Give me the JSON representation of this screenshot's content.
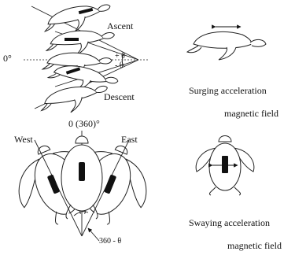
{
  "pitch_panel": {
    "ascent_label": "Ascent",
    "descent_label": "Descent",
    "zero_label": "0°",
    "theta_plus_label": "+ θ",
    "theta_minus_label": "- θ"
  },
  "heading_panel": {
    "north_label": "0 (360)°",
    "west_label": "West",
    "east_label": "East",
    "angle_label": "360 -  θ"
  },
  "surge_panel": {
    "caption": "Surging acceleration",
    "field_label": "magnetic field"
  },
  "sway_panel": {
    "caption": "Swaying acceleration",
    "field_label": "magnetic field"
  }
}
